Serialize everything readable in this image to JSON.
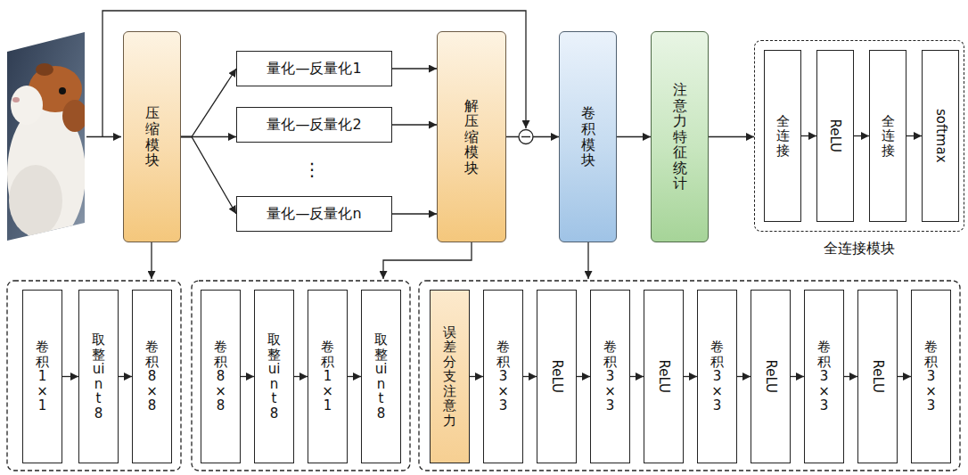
{
  "diagram": {
    "nodes": [
      {
        "text": [
          "压缩模块"
        ]
      },
      {
        "text": [
          "量化—反量化1"
        ]
      },
      {
        "text": [
          "量化—反量化2"
        ]
      },
      {
        "text": [
          "量化—反量化n"
        ]
      },
      {
        "text": [
          "解压缩模块"
        ]
      },
      {
        "text": [
          "卷积模块"
        ]
      },
      {
        "text": [
          "注意力 特征统计"
        ]
      },
      {
        "text": [
          "全连接模块"
        ]
      },
      {
        "text": [
          "全连接"
        ],
        "in": 7
      },
      {
        "text": [
          "ReLU"
        ],
        "in": 7
      },
      {
        "text": [
          "全连接"
        ],
        "in": 7
      },
      {
        "text": [
          "softmax"
        ],
        "in": 7
      },
      {
        "text": [
          "卷积 1×1"
        ]
      },
      {
        "text": [
          "取整 uint8"
        ]
      },
      {
        "text": [
          "卷积 8×8"
        ]
      },
      {
        "text": [
          "卷积 8×8"
        ]
      },
      {
        "text": [
          "取整 uint8"
        ]
      },
      {
        "text": [
          "卷积 1×1"
        ]
      },
      {
        "text": [
          "取整 uint8"
        ]
      },
      {
        "text": [
          "误差分支注意力"
        ]
      },
      {
        "text": [
          "卷积 3×3"
        ]
      },
      {
        "text": [
          "ReLU"
        ]
      },
      {
        "text": [
          "卷积 3×3"
        ]
      },
      {
        "text": [
          "ReLU"
        ]
      },
      {
        "text": [
          "卷积 3×3"
        ]
      },
      {
        "text": [
          "ReLU"
        ]
      },
      {
        "text": [
          "卷积 3×3"
        ]
      },
      {
        "text": [
          "ReLU"
        ]
      },
      {
        "text": [
          "卷积 3×3"
        ]
      }
    ],
    "edges": [
      {
        "from": 0,
        "to": 1,
        "arrow": "to"
      },
      {
        "from": 0,
        "to": 2,
        "arrow": "to"
      },
      {
        "from": 0,
        "to": 3,
        "arrow": "to"
      },
      {
        "from": 1,
        "to": 4,
        "arrow": "to"
      },
      {
        "from": 2,
        "to": 4,
        "arrow": "to"
      },
      {
        "from": 3,
        "to": 4,
        "arrow": "to"
      },
      {
        "from": 4,
        "to": 5,
        "arrow": "to"
      },
      {
        "from": 5,
        "to": 6,
        "arrow": "to"
      },
      {
        "from": 6,
        "to": 7,
        "arrow": "to"
      },
      {
        "from": 8,
        "to": 9,
        "arrow": "to"
      },
      {
        "from": 9,
        "to": 10,
        "arrow": "to"
      },
      {
        "from": 10,
        "to": 11,
        "arrow": "to"
      },
      {
        "from": 12,
        "to": 13,
        "arrow": "to"
      },
      {
        "from": 13,
        "to": 14,
        "arrow": "to"
      },
      {
        "from": 15,
        "to": 16,
        "arrow": "to"
      },
      {
        "from": 16,
        "to": 17,
        "arrow": "to"
      },
      {
        "from": 17,
        "to": 18,
        "arrow": "to"
      },
      {
        "from": 19,
        "to": 20,
        "arrow": "to"
      },
      {
        "from": 20,
        "to": 21,
        "arrow": "to"
      },
      {
        "from": 21,
        "to": 22,
        "arrow": "to"
      },
      {
        "from": 22,
        "to": 23,
        "arrow": "to"
      },
      {
        "from": 23,
        "to": 24,
        "arrow": "to"
      },
      {
        "from": 24,
        "to": 25,
        "arrow": "to"
      },
      {
        "from": 25,
        "to": 26,
        "arrow": "to"
      },
      {
        "from": 26,
        "to": 27,
        "arrow": "to"
      },
      {
        "from": 27,
        "to": 28,
        "arrow": "to"
      }
    ],
    "labels": [
      "⋮"
    ]
  }
}
